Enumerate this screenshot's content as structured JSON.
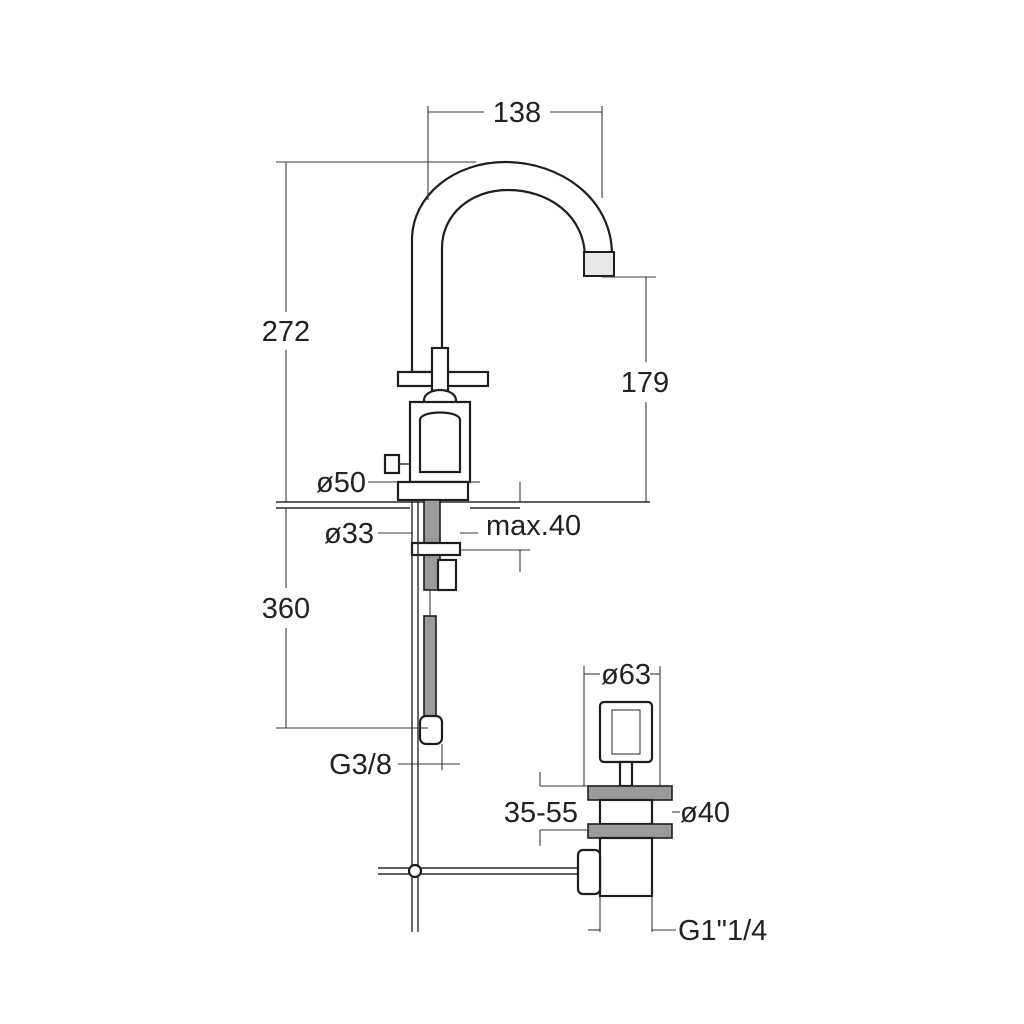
{
  "dimensions": {
    "spout_reach": "138",
    "overall_height": "272",
    "spout_height": "179",
    "base_diameter": "ø50",
    "shank_diameter": "ø33",
    "max_deck_thickness": "max.40",
    "hose_length": "360",
    "hose_connection": "G3/8",
    "waste_diameter": "ø63",
    "waste_range": "35-55",
    "waste_plug_diameter": "ø40",
    "waste_thread": "G1\"1/4"
  }
}
